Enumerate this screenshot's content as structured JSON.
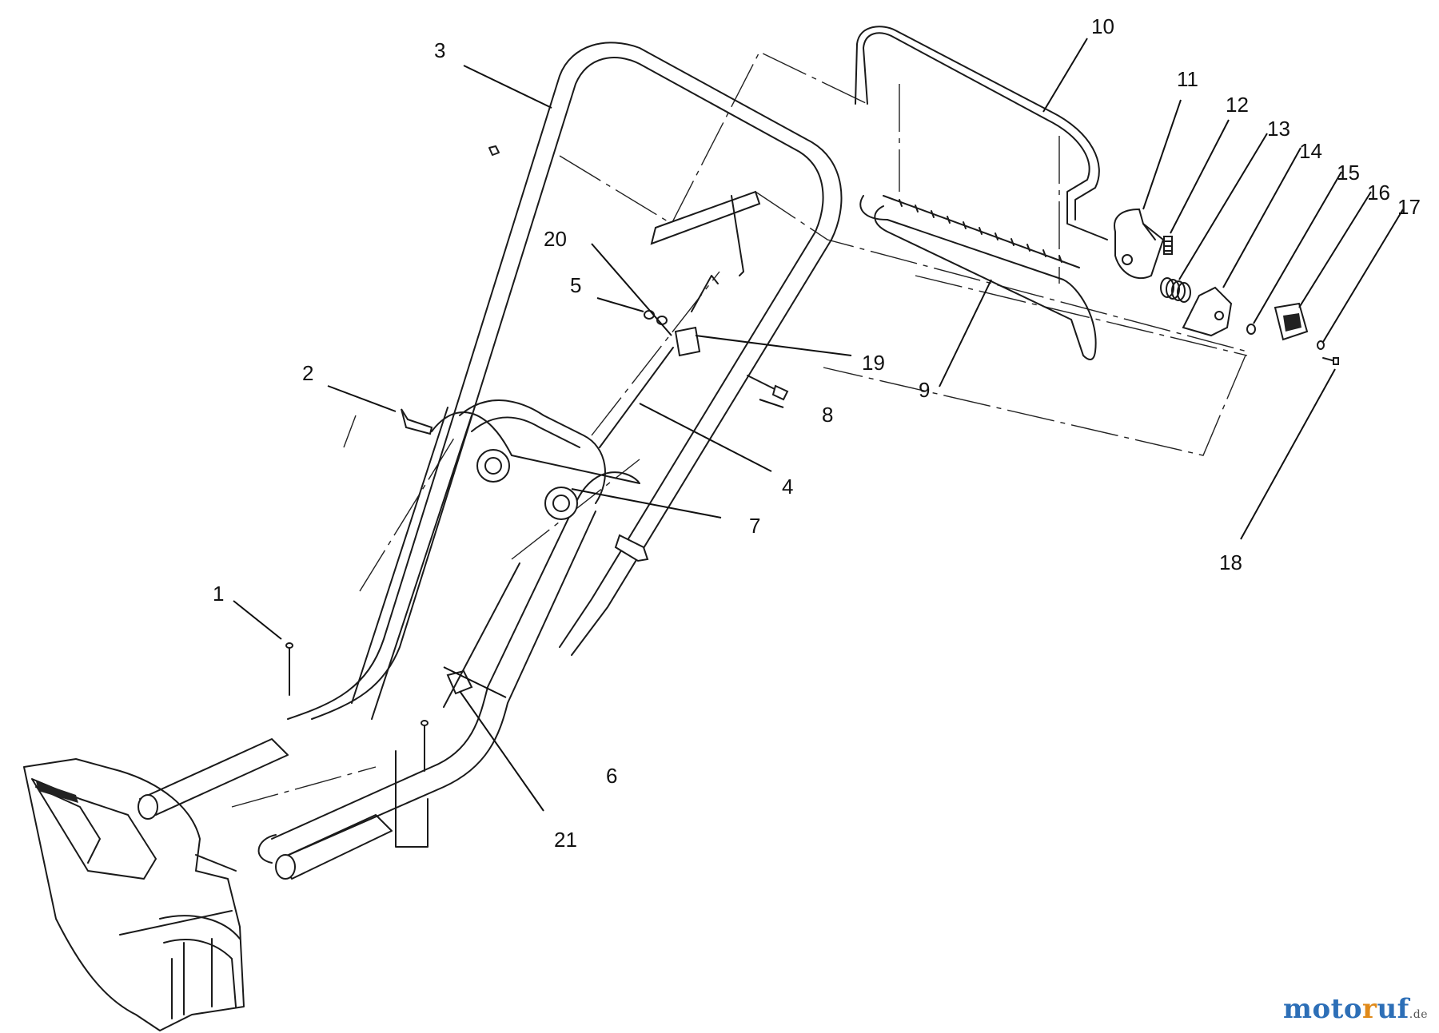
{
  "diagram": {
    "callouts": {
      "c1": "1",
      "c2": "2",
      "c3": "3",
      "c4": "4",
      "c5": "5",
      "c6": "6",
      "c7": "7",
      "c8": "8",
      "c9": "9",
      "c10": "10",
      "c11": "11",
      "c12": "12",
      "c13": "13",
      "c14": "14",
      "c15": "15",
      "c16": "16",
      "c17": "17",
      "c18": "18",
      "c19": "19",
      "c20": "20",
      "c21": "21"
    }
  },
  "watermark": {
    "part_a": "moto",
    "part_b": "r",
    "part_c": "uf",
    "tld": ".de"
  },
  "colors": {
    "line": "#1a1a1a",
    "watermark_blue": "#2d6fb7",
    "watermark_orange": "#e08a1a"
  }
}
